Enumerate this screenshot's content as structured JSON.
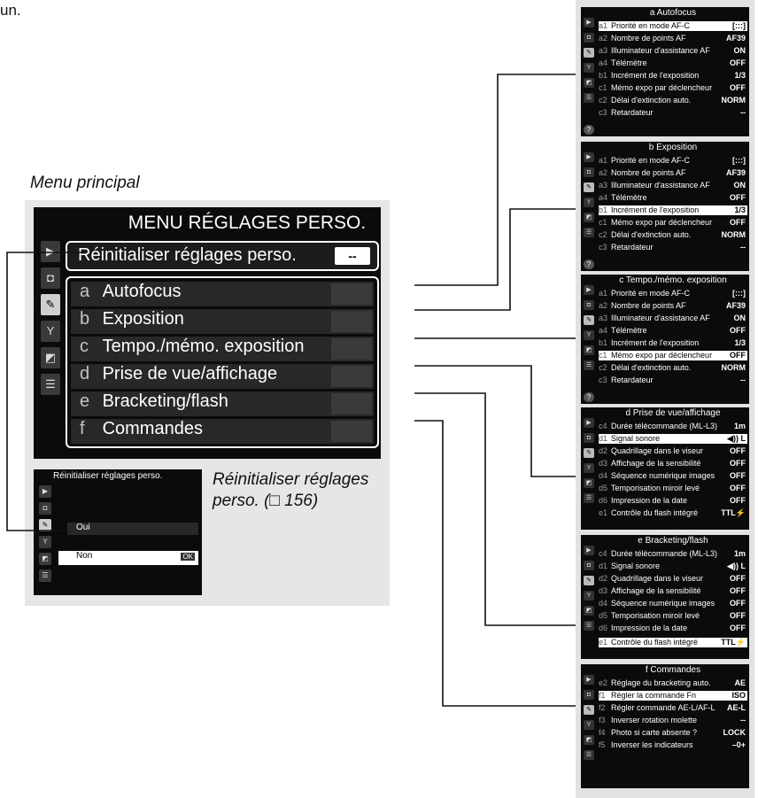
{
  "top_fragment": "un.",
  "main_menu": {
    "caption": "Menu principal",
    "title": "MENU RÉGLAGES PERSO.",
    "side_icons": [
      "playback-icon",
      "camera-icon",
      "pencil-icon",
      "wrench-icon",
      "retouch-icon",
      "recent-settings-icon"
    ],
    "reset": {
      "label": "Réinitialiser réglages perso.",
      "value": "--"
    },
    "groups": [
      {
        "letter": "a",
        "name": "Autofocus"
      },
      {
        "letter": "b",
        "name": "Exposition"
      },
      {
        "letter": "c",
        "name": "Tempo./mémo. exposition"
      },
      {
        "letter": "d",
        "name": "Prise de vue/affichage"
      },
      {
        "letter": "e",
        "name": "Bracketing/flash"
      },
      {
        "letter": "f",
        "name": "Commandes"
      }
    ]
  },
  "reset_screen": {
    "title": "Réinitialiser réglages perso.",
    "yes": "Oui",
    "no": "Non",
    "ok": "OK",
    "caption": "Réinitialiser réglages perso. (□ 156)"
  },
  "panels": [
    {
      "title": "a Autofocus",
      "highlight": 0,
      "rows": [
        {
          "code": "a1",
          "label": "Priorité en mode AF-C",
          "value": "[:::]"
        },
        {
          "code": "a2",
          "label": "Nombre de points AF",
          "value": "AF39"
        },
        {
          "code": "a3",
          "label": "Illuminateur d'assistance AF",
          "value": "ON"
        },
        {
          "code": "a4",
          "label": "Télémètre",
          "value": "OFF"
        },
        {
          "code": "b1",
          "label": "Incrément de l'exposition",
          "value": "1/3"
        },
        {
          "code": "c1",
          "label": "Mémo expo par déclencheur",
          "value": "OFF"
        },
        {
          "code": "c2",
          "label": "Délai d'extinction auto.",
          "value": "NORM"
        },
        {
          "code": "c3",
          "label": "Retardateur",
          "value": "--"
        }
      ]
    },
    {
      "title": "b Exposition",
      "highlight": 4,
      "rows": [
        {
          "code": "a1",
          "label": "Priorité en mode AF-C",
          "value": "[:::]"
        },
        {
          "code": "a2",
          "label": "Nombre de points AF",
          "value": "AF39"
        },
        {
          "code": "a3",
          "label": "Illuminateur d'assistance AF",
          "value": "ON"
        },
        {
          "code": "a4",
          "label": "Télémètre",
          "value": "OFF"
        },
        {
          "code": "b1",
          "label": "Incrément de l'exposition",
          "value": "1/3"
        },
        {
          "code": "c1",
          "label": "Mémo expo par déclencheur",
          "value": "OFF"
        },
        {
          "code": "c2",
          "label": "Délai d'extinction auto.",
          "value": "NORM"
        },
        {
          "code": "c3",
          "label": "Retardateur",
          "value": "--"
        }
      ]
    },
    {
      "title": "c Tempo./mémo. exposition",
      "highlight": 5,
      "rows": [
        {
          "code": "a1",
          "label": "Priorité en mode AF-C",
          "value": "[:::]"
        },
        {
          "code": "a2",
          "label": "Nombre de points AF",
          "value": "AF39"
        },
        {
          "code": "a3",
          "label": "Illuminateur d'assistance AF",
          "value": "ON"
        },
        {
          "code": "a4",
          "label": "Télémètre",
          "value": "OFF"
        },
        {
          "code": "b1",
          "label": "Incrément de l'exposition",
          "value": "1/3"
        },
        {
          "code": "c1",
          "label": "Mémo expo par déclencheur",
          "value": "OFF"
        },
        {
          "code": "c2",
          "label": "Délai d'extinction auto.",
          "value": "NORM"
        },
        {
          "code": "c3",
          "label": "Retardateur",
          "value": "--"
        }
      ]
    },
    {
      "title": "d Prise de vue/affichage",
      "highlight": 1,
      "rows": [
        {
          "code": "c4",
          "label": "Durée télécommande (ML-L3)",
          "value": "1m"
        },
        {
          "code": "d1",
          "label": "Signal sonore",
          "value": "◀)) L"
        },
        {
          "code": "d2",
          "label": "Quadrillage dans le viseur",
          "value": "OFF"
        },
        {
          "code": "d3",
          "label": "Affichage de la sensibilité",
          "value": "OFF"
        },
        {
          "code": "d4",
          "label": "Séquence numérique images",
          "value": "OFF"
        },
        {
          "code": "d5",
          "label": "Temporisation miroir levé",
          "value": "OFF"
        },
        {
          "code": "d6",
          "label": "Impression de la date",
          "value": "OFF"
        },
        {
          "code": "e1",
          "label": "Contrôle du flash intégré",
          "value": "TTL⚡"
        }
      ]
    },
    {
      "title": "e Bracketing/flash",
      "highlight": 7,
      "rows": [
        {
          "code": "c4",
          "label": "Durée télécommande (ML-L3)",
          "value": "1m"
        },
        {
          "code": "d1",
          "label": "Signal sonore",
          "value": "◀)) L"
        },
        {
          "code": "d2",
          "label": "Quadrillage dans le viseur",
          "value": "OFF"
        },
        {
          "code": "d3",
          "label": "Affichage de la sensibilité",
          "value": "OFF"
        },
        {
          "code": "d4",
          "label": "Séquence numérique images",
          "value": "OFF"
        },
        {
          "code": "d5",
          "label": "Temporisation miroir levé",
          "value": "OFF"
        },
        {
          "code": "d6",
          "label": "Impression de la date",
          "value": "OFF"
        },
        {
          "code": "e1",
          "label": "Contrôle du flash intégré",
          "value": "TTL⚡"
        }
      ]
    },
    {
      "title": "f Commandes",
      "highlight": 1,
      "rows": [
        {
          "code": "e2",
          "label": "Réglage du bracketing auto.",
          "value": "AE"
        },
        {
          "code": "f1",
          "label": "Régler la commande Fn",
          "value": "ISO"
        },
        {
          "code": "f2",
          "label": "Régler commande AE-L/AF-L",
          "value": "AE-L"
        },
        {
          "code": "f3",
          "label": "Inverser rotation molette",
          "value": "--"
        },
        {
          "code": "f4",
          "label": "Photo si carte absente ?",
          "value": "LOCK"
        },
        {
          "code": "f5",
          "label": "Inverser les indicateurs",
          "value": "–0+"
        }
      ]
    }
  ]
}
